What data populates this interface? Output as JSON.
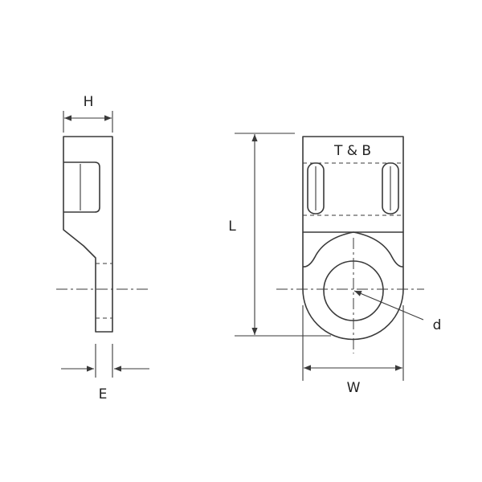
{
  "diagram": {
    "labels": {
      "height": "H",
      "thickness": "E",
      "length": "L",
      "tape_and_bond": "T & B",
      "diameter": "d",
      "width": "W"
    },
    "colors": {
      "line": "#3a3a3a",
      "text": "#222222",
      "background": "#ffffff"
    }
  }
}
